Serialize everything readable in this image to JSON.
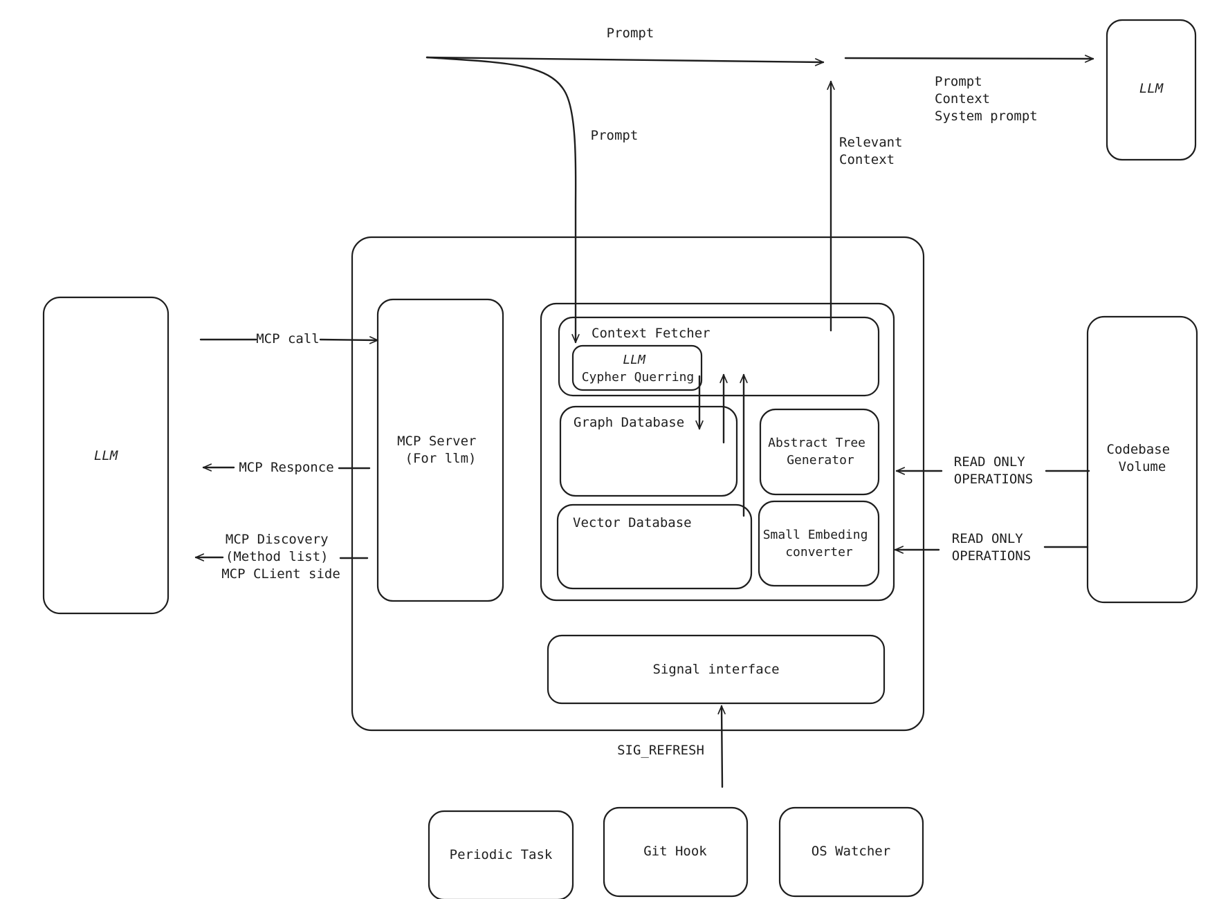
{
  "top": {
    "prompt_label": "Prompt",
    "prompt_down_label": "Prompt",
    "relevant_context": [
      "Relevant",
      "Context"
    ],
    "output_labels": [
      "Prompt",
      "Context",
      "System prompt"
    ],
    "llm_right": "LLM"
  },
  "left": {
    "llm": "LLM",
    "mcp_call": "MCP call",
    "mcp_response": "MCP Responce",
    "mcp_discovery": [
      "MCP Discovery",
      "(Method list)",
      "MCP CLient side"
    ]
  },
  "server": {
    "mcp_server": [
      "MCP Server",
      "(For llm)"
    ],
    "context_fetcher": "Context Fetcher",
    "llm_cypher": [
      "LLM",
      "Cypher Querring"
    ],
    "graph_db": "Graph Database",
    "vector_db": "Vector Database",
    "abstract_tree": [
      "Abstract Tree",
      "Generator"
    ],
    "embedding": [
      "Small Embeding",
      "converter"
    ],
    "signal_interface": "Signal interface"
  },
  "right": {
    "codebase": [
      "Codebase",
      "Volume"
    ],
    "read_only_1": [
      "READ ONLY",
      "OPERATIONS"
    ],
    "read_only_2": [
      "READ ONLY",
      "OPERATIONS"
    ]
  },
  "bottom": {
    "sig_refresh": "SIG_REFRESH",
    "periodic_task": "Periodic Task",
    "git_hook": "Git Hook",
    "os_watcher": "OS Watcher"
  }
}
